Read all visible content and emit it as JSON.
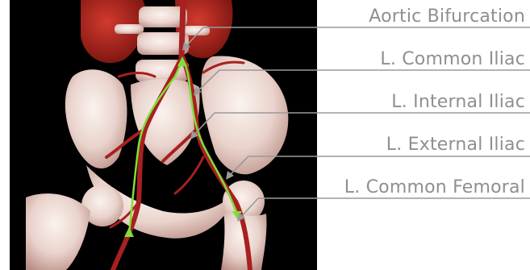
{
  "labels": [
    "Aortic Bifurcation",
    "L. Common Iliac",
    "L. Internal Iliac",
    "L. External Iliac",
    "L. Common Femoral"
  ],
  "colors": {
    "background": "#000000",
    "bone": "#e8d8d2",
    "vessel": "#a82020",
    "catheter_path": "#7ee03a",
    "leader_line": "#9a9a9a",
    "label_text": "#8f8f8f"
  }
}
